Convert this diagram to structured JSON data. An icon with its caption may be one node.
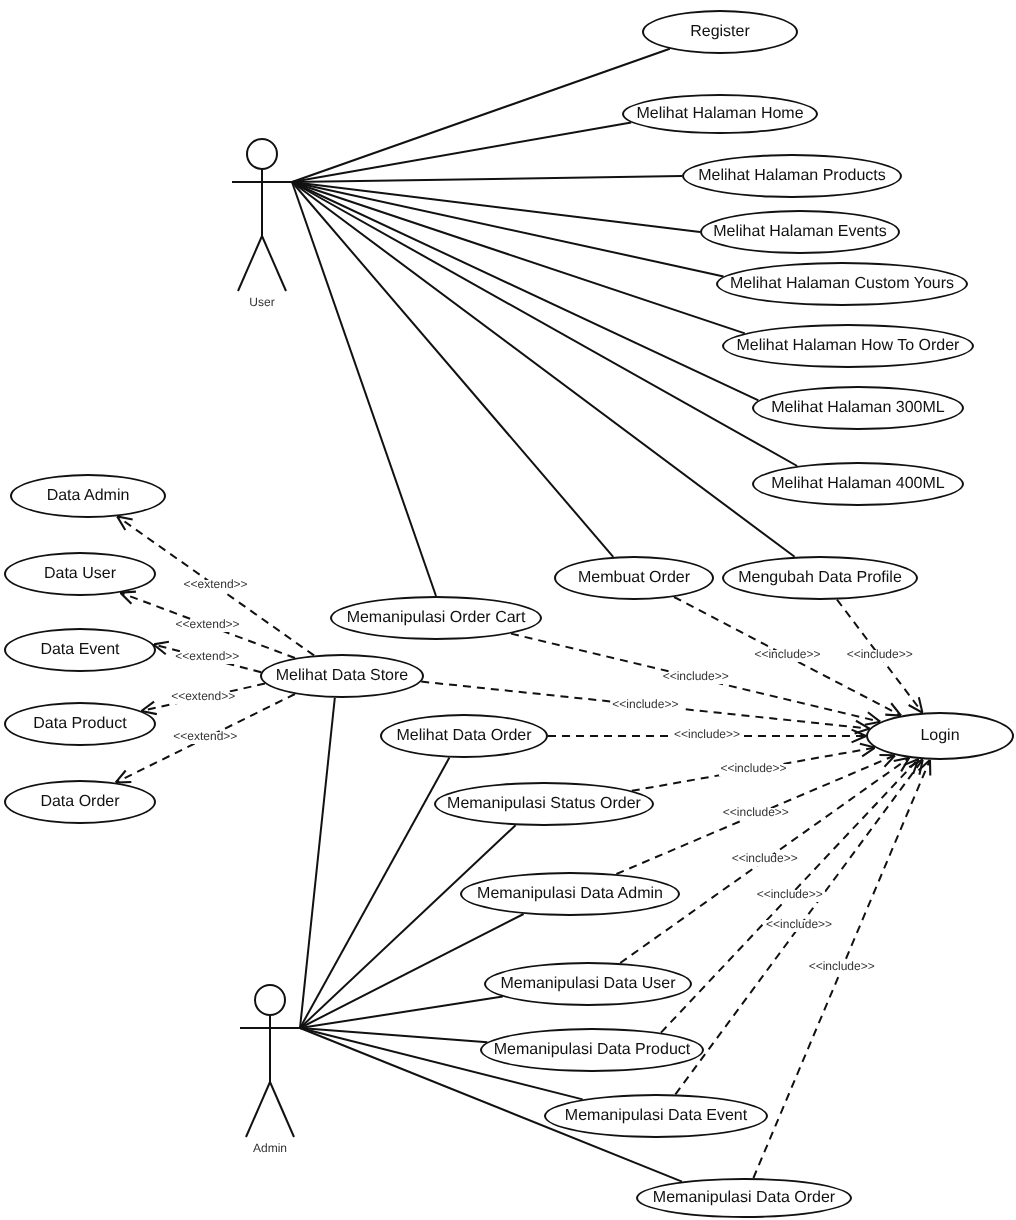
{
  "diagram": {
    "nodes": [
      {
        "text": [
          "Register"
        ]
      },
      {
        "text": [
          "Melihat Halaman Home"
        ]
      },
      {
        "text": [],
        "shape": "person",
        "beside": [
          "User"
        ]
      },
      {
        "text": [
          "Melihat Halaman Products"
        ]
      },
      {
        "text": [
          "Melihat Halaman Events"
        ]
      },
      {
        "text": [
          "Melihat Halaman Custom Yours"
        ]
      },
      {
        "text": [
          "Melihat Halaman How To Order"
        ]
      },
      {
        "text": [
          "Melihat Halaman 300ML"
        ]
      },
      {
        "text": [
          "Melihat Halaman 400ML"
        ]
      },
      {
        "text": [
          "Data Admin"
        ]
      },
      {
        "text": [
          "Data User"
        ]
      },
      {
        "text": [
          "Membuat Order"
        ]
      },
      {
        "text": [
          "Mengubah Data Profile"
        ]
      },
      {
        "text": [
          "Memanipulasi Order Cart"
        ]
      },
      {
        "text": [
          "Data Event"
        ]
      },
      {
        "text": [
          "Melihat Data Store"
        ]
      },
      {
        "text": [
          "Data Product"
        ]
      },
      {
        "text": [
          "Melihat Data Order"
        ]
      },
      {
        "text": [
          "Login"
        ]
      },
      {
        "text": [
          "Data Order"
        ]
      },
      {
        "text": [
          "Memanipulasi Status Order"
        ]
      },
      {
        "text": [
          "Memanipulasi Data Admin"
        ]
      },
      {
        "text": [
          "Memanipulasi Data User"
        ]
      },
      {
        "text": [],
        "shape": "person",
        "beside": [
          "Admin"
        ]
      },
      {
        "text": [
          "Memanipulasi Data Product"
        ]
      },
      {
        "text": [
          "Memanipulasi Data Event"
        ]
      },
      {
        "text": [
          "Memanipulasi Data Order"
        ]
      }
    ],
    "edges": [
      {
        "from": 2,
        "to": 0,
        "arrow": "none"
      },
      {
        "from": 2,
        "to": 1,
        "arrow": "none"
      },
      {
        "from": 2,
        "to": 3,
        "arrow": "none"
      },
      {
        "from": 2,
        "to": 4,
        "arrow": "none"
      },
      {
        "from": 2,
        "to": 5,
        "arrow": "none"
      },
      {
        "from": 2,
        "to": 6,
        "arrow": "none"
      },
      {
        "from": 2,
        "to": 7,
        "arrow": "none"
      },
      {
        "from": 2,
        "to": 8,
        "arrow": "none"
      },
      {
        "from": 2,
        "to": 12,
        "arrow": "none"
      },
      {
        "from": 2,
        "to": 11,
        "arrow": "none"
      },
      {
        "from": 2,
        "to": 13,
        "arrow": "none"
      },
      {
        "from": 23,
        "to": 15,
        "arrow": "none"
      },
      {
        "from": 23,
        "to": 17,
        "arrow": "none"
      },
      {
        "from": 23,
        "to": 20,
        "arrow": "none"
      },
      {
        "from": 23,
        "to": 21,
        "arrow": "none"
      },
      {
        "from": 23,
        "to": 22,
        "arrow": "none"
      },
      {
        "from": 23,
        "to": 24,
        "arrow": "none"
      },
      {
        "from": 23,
        "to": 25,
        "arrow": "none"
      },
      {
        "from": 23,
        "to": 26,
        "arrow": "none"
      },
      {
        "from": 15,
        "to": 9,
        "arrow": "to",
        "style": "dashed",
        "label": "<<extend>>"
      },
      {
        "from": 15,
        "to": 10,
        "arrow": "to",
        "style": "dashed",
        "label": "<<extend>>"
      },
      {
        "from": 15,
        "to": 14,
        "arrow": "to",
        "style": "dashed",
        "label": "<<extend>>"
      },
      {
        "from": 15,
        "to": 16,
        "arrow": "to",
        "style": "dashed",
        "label": "<<extend>>"
      },
      {
        "from": 15,
        "to": 19,
        "arrow": "to",
        "style": "dashed",
        "label": "<<extend>>"
      },
      {
        "from": 11,
        "to": 18,
        "arrow": "to",
        "style": "dashed",
        "label": "<<include>>"
      },
      {
        "from": 12,
        "to": 18,
        "arrow": "to",
        "style": "dashed",
        "label": "<<include>>"
      },
      {
        "from": 13,
        "to": 18,
        "arrow": "to",
        "style": "dashed",
        "label": "<<include>>"
      },
      {
        "from": 15,
        "to": 18,
        "arrow": "to",
        "style": "dashed",
        "label": "<<include>>"
      },
      {
        "from": 17,
        "to": 18,
        "arrow": "to",
        "style": "dashed",
        "label": "<<include>>"
      },
      {
        "from": 20,
        "to": 18,
        "arrow": "to",
        "style": "dashed",
        "label": "<<include>>"
      },
      {
        "from": 21,
        "to": 18,
        "arrow": "to",
        "style": "dashed",
        "label": "<<include>>"
      },
      {
        "from": 22,
        "to": 18,
        "arrow": "to",
        "style": "dashed",
        "label": "<<include>>"
      },
      {
        "from": 24,
        "to": 18,
        "arrow": "to",
        "style": "dashed",
        "label": "<<include>>"
      },
      {
        "from": 25,
        "to": 18,
        "arrow": "to",
        "style": "dashed",
        "label": "<<include>>"
      },
      {
        "from": 26,
        "to": 18,
        "arrow": "to",
        "style": "dashed",
        "label": "<<include>>"
      }
    ]
  }
}
